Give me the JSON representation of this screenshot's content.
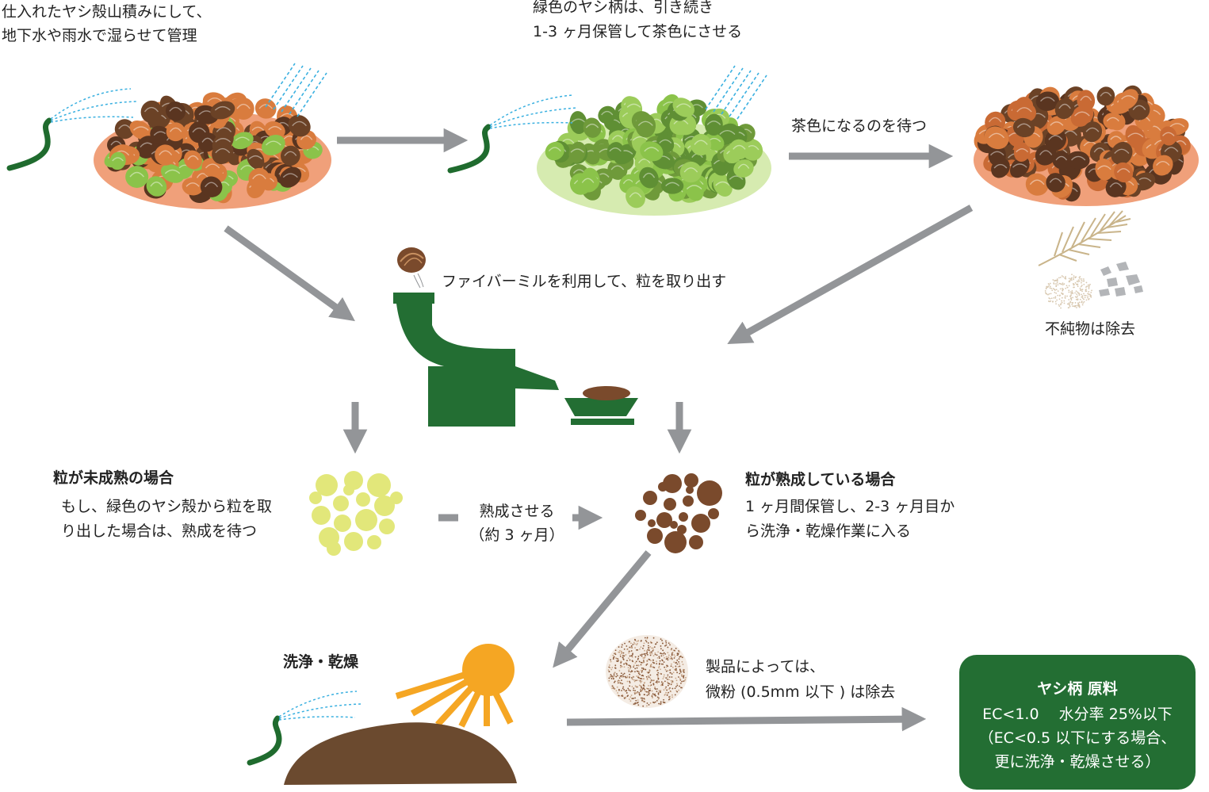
{
  "steps": {
    "pile_management": [
      "仕入れたヤシ殻山積みにして、",
      "地下水や雨水で湿らせて管理"
    ],
    "green_storage": [
      "緑色のヤシ柄は、引き続き",
      "1-3 ヶ月保管して茶色にさせる"
    ],
    "wait_brown": "茶色になるのを待つ",
    "fiber_mill": "ファイバーミルを利用して、粒を取り出す",
    "remove_impurities": "不純物は除去",
    "immature_title": "粒が未成熟の場合",
    "immature_desc": [
      "もし、緑色のヤシ殻から粒を取",
      "り出した場合は、熟成を待つ"
    ],
    "ripen": [
      "熟成させる",
      "（約 3 ヶ月）"
    ],
    "mature_title": "粒が熟成している場合",
    "mature_desc": [
      "1 ヶ月間保管し、2-3 ヶ月目か",
      "ら洗浄・乾燥作業に入る"
    ],
    "wash_dry": "洗浄・乾燥",
    "fine_powder": [
      "製品によっては、",
      "微粉 (0.5mm 以下 ) は除去"
    ]
  },
  "product": {
    "title": "ヤシ柄 原料",
    "spec": "EC<1.0　 水分率 25%以下",
    "note": [
      "（EC<0.5 以下にする場合、",
      "更に洗浄・乾燥させる）"
    ]
  },
  "colors": {
    "arrow": "#939598",
    "machine": "#236e33",
    "hose": "#1f6b2e",
    "water": "#3ab0e0",
    "husk_brown": "#6b4226",
    "husk_orange": "#d97c3e",
    "husk_green": "#8bc34a",
    "pile_base": "#f0a07a",
    "green_base": "#d6ebb0",
    "immature_granule": "#e2e77a",
    "mature_granule": "#7a4a2c",
    "compost": "#6b4a2f",
    "sun": "#f5a623",
    "product_box": "#236e33"
  }
}
